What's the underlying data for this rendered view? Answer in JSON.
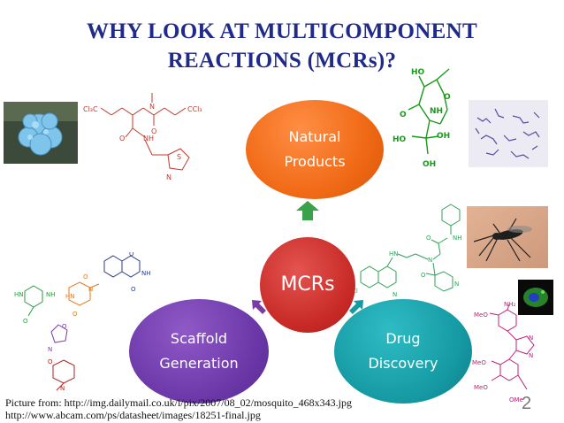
{
  "title": {
    "line1": "WHY LOOK AT MULTICOMPONENT",
    "line2": "REACTIONS (MCRs)?"
  },
  "nodes": {
    "natural": [
      "Natural",
      "Products"
    ],
    "center": "MCRs",
    "scaffold": [
      "Scaffold",
      "Generation"
    ],
    "drug": [
      "Drug",
      "Discovery"
    ]
  },
  "footer": {
    "line1": "Picture from: http://img.dailymail.co.uk/i/pix/2007/08_02/mosquito_468x343.jpg",
    "line2": "http://www.abcam.com/ps/datasheet/images/18251-final.jpg"
  },
  "page_number": "2",
  "molecule_labels": {
    "top_left": {
      "cl3c": "Cl₃C",
      "ccl3": "CCl₃",
      "n_me": "N",
      "o1": "O",
      "o2": "O",
      "nh": "NH",
      "s": "S",
      "n_thz": "N"
    },
    "top_right": {
      "ho_top": "HO",
      "o_right": "O",
      "nh": "NH",
      "o_left": "O",
      "ho_left": "HO",
      "oh_right": "OH",
      "oh_bottom": "OH"
    },
    "drug": {
      "nh_top": "NH",
      "o_amide": "O",
      "n_center": "N",
      "hn": "HN",
      "o_lower": "O",
      "n_pyr": "N",
      "cl": "Cl",
      "n_quin": "N"
    },
    "drug_lower": {
      "nh2": "NH₂",
      "meo1": "MeO",
      "n_me": "N",
      "n_imid": "N",
      "meo2": "MeO",
      "meo3": "MeO",
      "ome": "OMe"
    },
    "scaffold": {
      "o_bzo": "O",
      "nh_bzo": "NH",
      "o_bzo2": "O",
      "n_dkp": "N",
      "o_dkp1": "O",
      "hn_dkp": "HN",
      "o_dkp2": "O",
      "hn_pip": "HN",
      "nh_pip": "NH",
      "o_pip": "O",
      "o_ox": "O",
      "n_ox": "N",
      "o_lac": "O",
      "n_lac": "N"
    }
  },
  "colors": {
    "title": "#1f2a8a",
    "natural": "#f06a16",
    "center": "#c82a26",
    "scaffold": "#6b37a8",
    "drug": "#1599a3",
    "arrow_up": "#3aa04a",
    "molecule_top_left": "#c0392b",
    "molecule_top_right": "#1a9a1a",
    "molecule_drug": "#2fa35a",
    "molecule_drug_lower": "#c0207a",
    "molecule_scaffold_green": "#2a9a40",
    "molecule_scaffold_orange": "#e07a20",
    "molecule_scaffold_purple": "#7a3aa0",
    "molecule_scaffold_blue": "#3a3aa0",
    "molecule_scaffold_red": "#b02020"
  },
  "icons": [
    "coral-photo",
    "bacteria-micrograph",
    "mosquito-photo",
    "cell-fluorescence-photo",
    "up-arrow",
    "bidirectional-arrow-left",
    "bidirectional-arrow-right"
  ]
}
